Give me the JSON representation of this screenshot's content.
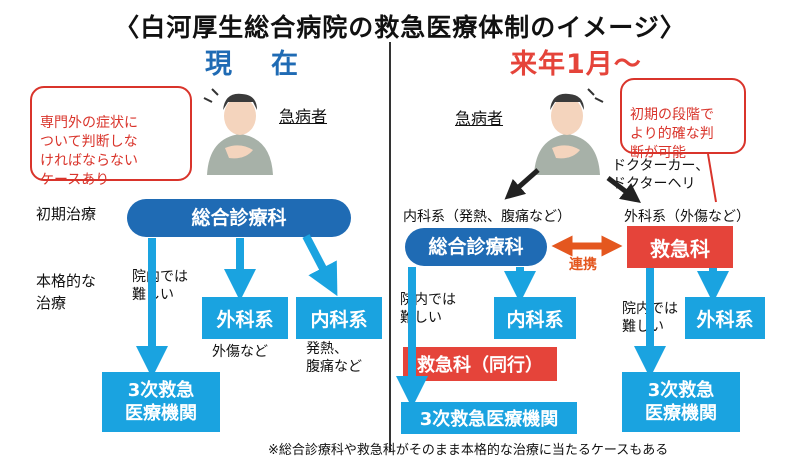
{
  "title": "〈白河厚生総合病院の救急医療体制のイメージ〉",
  "left": {
    "heading": "現　在",
    "bubble": "専門外の症状に\nついて判断しな\nければならない\nケースあり",
    "patient_label": "急病者",
    "row1_label": "初期治療",
    "row2_label": "本格的な\n治療",
    "main_pill": "総合診療科",
    "in_hospital_note": "院内では\n難しい",
    "surgery_box": "外科系",
    "surgery_note": "外傷など",
    "internal_box": "内科系",
    "internal_note": "発熱、\n腹痛など",
    "tertiary_box": "3次救急\n医療機関"
  },
  "right": {
    "heading": "来年1月～",
    "bubble": "初期の段階で\nより的確な判\n断が可能",
    "patient_label": "急病者",
    "doctor_transport": "ドクターカー、\nドクターヘリ",
    "internal_note_top": "内科系（発熱、腹痛など）",
    "surgery_note_top": "外科系（外傷など）",
    "main_pill": "総合診療科",
    "er_box": "救急科",
    "link_label": "連携",
    "in_hospital_note_left": "院内では\n難しい",
    "internal_box": "内科系",
    "er_accompany_box": "救急科（同行）",
    "tertiary_long_box": "3次救急医療機関",
    "in_hospital_note_right": "院内では\n難しい",
    "surgery_box": "外科系",
    "tertiary_box": "3次救急\n医療機関"
  },
  "footnote": "※総合診療科や救急科がそのまま本格的な治療に当たるケースもある",
  "colors": {
    "pill_blue": "#1f6bb4",
    "box_cyan": "#1aa3e0",
    "heading_red": "#e5443a",
    "bubble_red": "#d9342b",
    "arrow_orange": "#e4571f"
  }
}
